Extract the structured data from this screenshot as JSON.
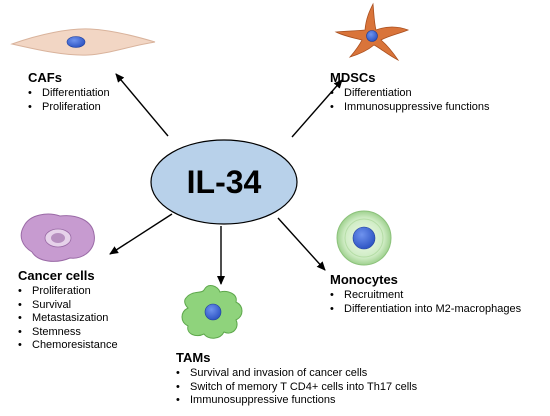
{
  "center": {
    "label": "IL-34"
  },
  "cafs": {
    "title": "CAFs",
    "items": [
      "Differentiation",
      "Proliferation"
    ]
  },
  "mdscs": {
    "title": "MDSCs",
    "items": [
      "Differentiation",
      "Immunosuppressive functions"
    ]
  },
  "cancer_cells": {
    "title": "Cancer cells",
    "items": [
      "Proliferation",
      "Survival",
      "Metastasization",
      "Stemness",
      "Chemoresistance"
    ]
  },
  "monocytes": {
    "title": "Monocytes",
    "items": [
      "Recruitment",
      "Differentiation into M2-macrophages"
    ]
  },
  "tams": {
    "title": "TAMs",
    "items": [
      "Survival and invasion of cancer cells",
      "Switch of memory T CD4+ cells into Th17 cells",
      "Immunosuppressive functions"
    ]
  },
  "colors": {
    "center_fill": "#b8d1ea",
    "nucleus": "#2e55c4",
    "caf_cell": "#f2d6c4",
    "mdsc_cell": "#d9743a",
    "cancer_cell": "#c79bd0",
    "monocyte_cell": "#bde3b0",
    "tam_cell": "#8fd37c"
  }
}
